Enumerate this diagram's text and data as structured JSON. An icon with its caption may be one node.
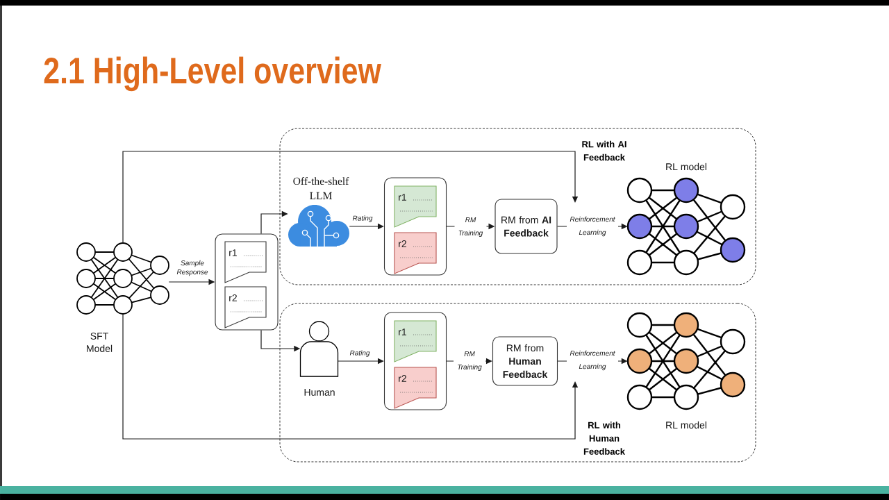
{
  "diagram": {
    "title": "2.1 High-Level overview",
    "nodes": [
      {
        "text": [
          "SFT Model"
        ]
      },
      {
        "text": [],
        "shape": "box"
      },
      {
        "text": [
          "r1"
        ],
        "in": 1
      },
      {
        "text": [
          "r2"
        ],
        "in": 1
      },
      {
        "text": [
          "RL with AI Feedback"
        ]
      },
      {
        "text": [
          "Off-the-shelf LLM"
        ],
        "in": 4
      },
      {
        "text": [],
        "shape": "box",
        "in": 4
      },
      {
        "text": [
          "r1"
        ],
        "in": 6
      },
      {
        "text": [
          "r2"
        ],
        "in": 6
      },
      {
        "text": [
          "RM from **AI Feedback**"
        ],
        "in": 4
      },
      {
        "text": [
          "RL model"
        ],
        "in": 4
      },
      {
        "text": [
          "RL with Human Feedback"
        ]
      },
      {
        "text": [
          "Human"
        ],
        "in": 11
      },
      {
        "text": [],
        "shape": "box",
        "in": 11
      },
      {
        "text": [
          "r1"
        ],
        "in": 13
      },
      {
        "text": [
          "r2"
        ],
        "in": 13
      },
      {
        "text": [
          "RM from **Human Feedback**"
        ],
        "in": 11
      },
      {
        "text": [
          "RL model"
        ],
        "in": 11
      }
    ],
    "edges": [
      {
        "from": 0,
        "to": 1,
        "arrow": "to",
        "label": "Sample Response"
      },
      {
        "from": 1,
        "to": 5,
        "arrow": "to"
      },
      {
        "from": 1,
        "to": 12,
        "arrow": "to"
      },
      {
        "from": 5,
        "to": 6,
        "arrow": "to",
        "label": "Rating"
      },
      {
        "from": 6,
        "to": 9,
        "arrow": "to",
        "label": "RM Training"
      },
      {
        "from": 9,
        "to": 10,
        "arrow": "to",
        "label": "Reinforcement Learning"
      },
      {
        "from": 12,
        "to": 13,
        "arrow": "to",
        "label": "Rating"
      },
      {
        "from": 13,
        "to": 16,
        "arrow": "to",
        "label": "RM Training"
      },
      {
        "from": 16,
        "to": 17,
        "arrow": "to",
        "label": "Reinforcement Learning"
      },
      {
        "from": 0,
        "to": null,
        "arrow": "to"
      },
      {
        "from": 0,
        "to": null,
        "arrow": "to"
      }
    ]
  }
}
